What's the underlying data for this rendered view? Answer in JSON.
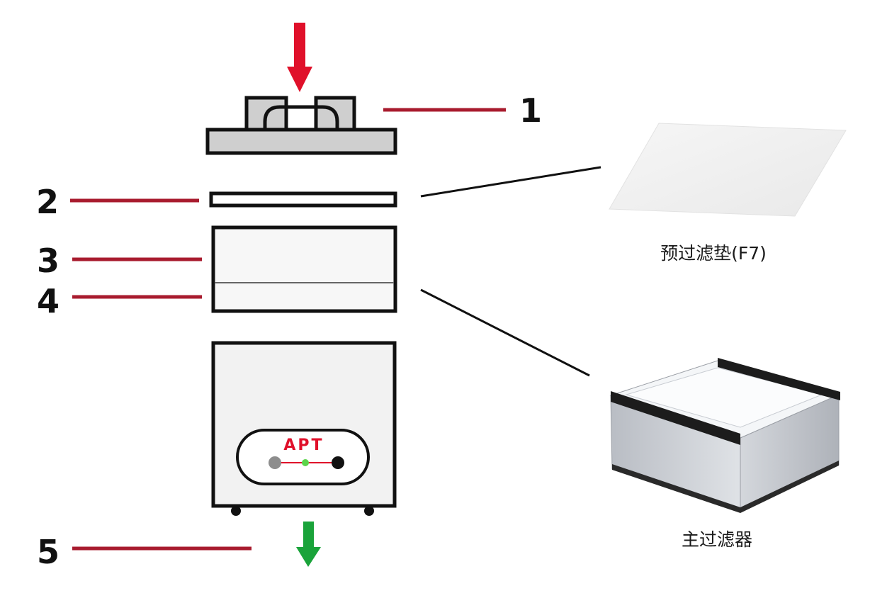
{
  "callouts": [
    "1",
    "2",
    "3",
    "4",
    "5"
  ],
  "captions": {
    "prefilter": "预过滤垫(F7)",
    "main_filter": "主过滤器"
  },
  "unit_logo": "APT",
  "colors": {
    "intake_arrow": "#e0102a",
    "outlet_arrow": "#1aa33a",
    "leader_line": "#a81b2e",
    "outline": "#111111",
    "cap_fill": "#cfcfcf"
  }
}
